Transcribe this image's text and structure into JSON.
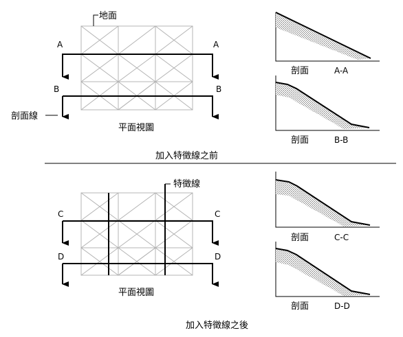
{
  "top": {
    "ground_label": "地面",
    "section_line_label": "剖面線",
    "plan_label": "平面視圖",
    "caption": "加入特徵線之前",
    "sections": [
      {
        "marker": "A",
        "profile_word": "剖面",
        "profile_id": "A-A"
      },
      {
        "marker": "B",
        "profile_word": "剖面",
        "profile_id": "B-B"
      }
    ]
  },
  "bottom": {
    "feature_line_label": "特徵線",
    "plan_label": "平面視圖",
    "caption": "加入特徵線之後",
    "sections": [
      {
        "marker": "C",
        "profile_word": "剖面",
        "profile_id": "C-C"
      },
      {
        "marker": "D",
        "profile_word": "剖面",
        "profile_id": "D-D"
      }
    ]
  },
  "colors": {
    "grid": "#b4b4b4",
    "line": "#000000",
    "hatch": "#8a8a8a"
  }
}
